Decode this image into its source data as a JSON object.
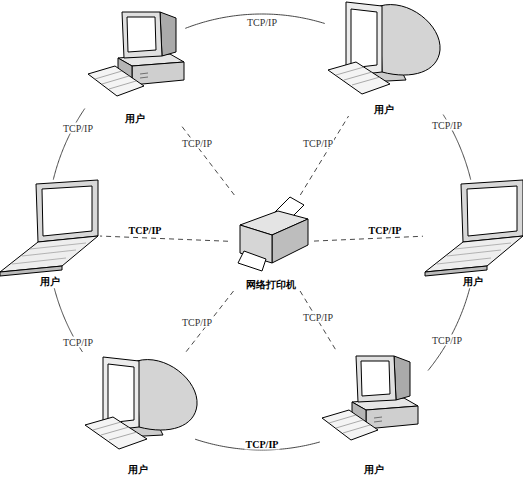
{
  "diagram": {
    "nodes": [
      {
        "text": [
          "用户"
        ]
      },
      {
        "text": [
          "用户"
        ]
      },
      {
        "text": [
          "用户"
        ]
      },
      {
        "text": [
          "网络打印机"
        ]
      },
      {
        "text": [
          "用户"
        ]
      },
      {
        "text": [
          "用户"
        ]
      },
      {
        "text": [
          "用户"
        ]
      }
    ],
    "edges": [
      {
        "from": 0,
        "to": 1,
        "arrow": "none",
        "label": "TCP/IP"
      },
      {
        "from": 1,
        "to": 4,
        "arrow": "none",
        "label": "TCP/IP"
      },
      {
        "from": 4,
        "to": 6,
        "arrow": "none",
        "label": "TCP/IP"
      },
      {
        "from": 6,
        "to": 5,
        "arrow": "none",
        "label": "TCP/IP"
      },
      {
        "from": 5,
        "to": 2,
        "arrow": "none",
        "label": "TCP/IP"
      },
      {
        "from": 2,
        "to": 0,
        "arrow": "none",
        "label": "TCP/IP"
      },
      {
        "from": 3,
        "to": 0,
        "arrow": "none",
        "label": "TCP/IP"
      },
      {
        "from": 3,
        "to": 1,
        "arrow": "none",
        "label": "TCP/IP"
      },
      {
        "from": 3,
        "to": 2,
        "arrow": "none",
        "label": "TCP/IP"
      },
      {
        "from": 3,
        "to": 4,
        "arrow": "none",
        "label": "TCP/IP"
      },
      {
        "from": 3,
        "to": 5,
        "arrow": "none",
        "label": "TCP/IP"
      },
      {
        "from": 3,
        "to": 6,
        "arrow": "none",
        "label": "TCP/IP"
      }
    ]
  }
}
